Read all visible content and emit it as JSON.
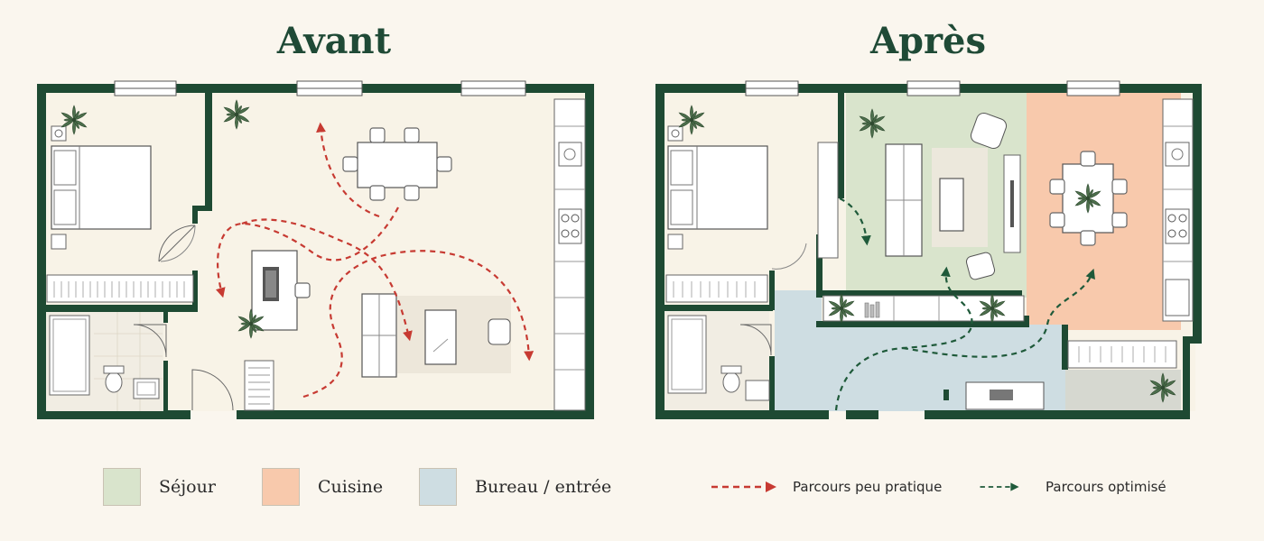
{
  "titles": {
    "before": "Avant",
    "after": "Après"
  },
  "legend": {
    "zones": [
      {
        "label": "Séjour",
        "color": "#d9e4cc"
      },
      {
        "label": "Cuisine",
        "color": "#f8c9ac"
      },
      {
        "label": "Bureau / entrée",
        "color": "#cedde2"
      }
    ],
    "routes": [
      {
        "label": "Parcours peu pratique",
        "color": "#c73a32"
      },
      {
        "label": "Parcours optimisé",
        "color": "#1f5a3a"
      }
    ]
  },
  "colors": {
    "wall": "#1e4a33",
    "floor": "#f8f3e7",
    "furniture": "#ffffff",
    "line": "#6e6e6e",
    "plant": "#4d6f4c"
  }
}
